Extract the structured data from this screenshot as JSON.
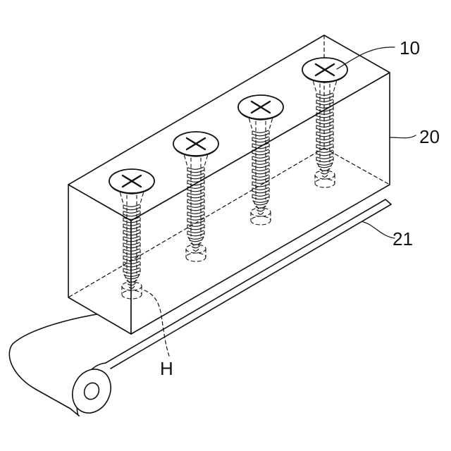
{
  "figure": {
    "labels": {
      "screw": "10",
      "block": "20",
      "sheet": "21",
      "hole": "H"
    },
    "colors": {
      "stroke": "#111111",
      "background": "#ffffff"
    },
    "screw_count": 4
  }
}
